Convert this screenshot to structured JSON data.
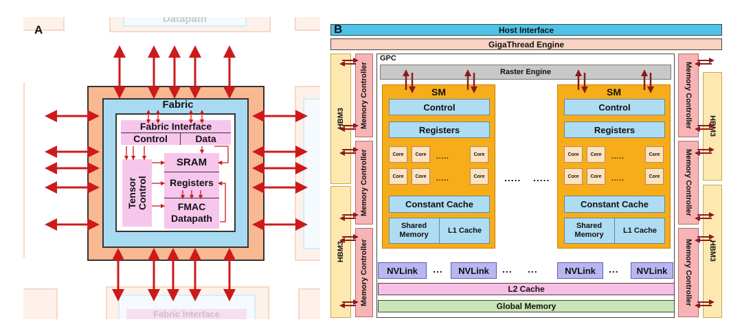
{
  "panel_a": {
    "letter": "A",
    "fabric": "Fabric",
    "fabric_interface": "Fabric Interface",
    "control": "Control",
    "data": "Data",
    "tensor_control": "Tensor Control",
    "sram": "SRAM",
    "registers": "Registers",
    "fmac_datapath": "FMAC Datapath",
    "ghost_top_label": "Datapath",
    "ghost_bottom_label": "Fabric Interface",
    "arrow_color": "#cc1a1a"
  },
  "panel_b": {
    "letter": "B",
    "host_interface": "Host Interface",
    "gigathread_engine": "GigaThread Engine",
    "gpc": "GPC",
    "raster_engine": "Raster Engine",
    "memory_controller": "Memory Controller",
    "hbm3": "HBM3",
    "sm_blocks": [
      {
        "title": "SM",
        "control": "Control",
        "registers": "Registers",
        "core": "Core",
        "dots": ".....",
        "constant_cache": "Constant Cache",
        "shared_memory": "Shared Memory",
        "l1_cache": "L1 Cache"
      },
      {
        "title": "SM",
        "control": "Control",
        "registers": "Registers",
        "core": "Core",
        "dots": ".....",
        "constant_cache": "Constant Cache",
        "shared_memory": "Shared Memory",
        "l1_cache": "L1 Cache"
      }
    ],
    "between_dots": ".....",
    "nvlink": "NVLink",
    "nvlink_dots": "...",
    "l2_cache": "L2 Cache",
    "global_memory": "Global Memory",
    "colors": {
      "host_interface": "#4cc3e8",
      "gigathread": "#f9d2c2",
      "sm": "#f7ad1a",
      "l2_cache": "#f6bfe3",
      "global_memory": "#c9e6b5"
    }
  }
}
